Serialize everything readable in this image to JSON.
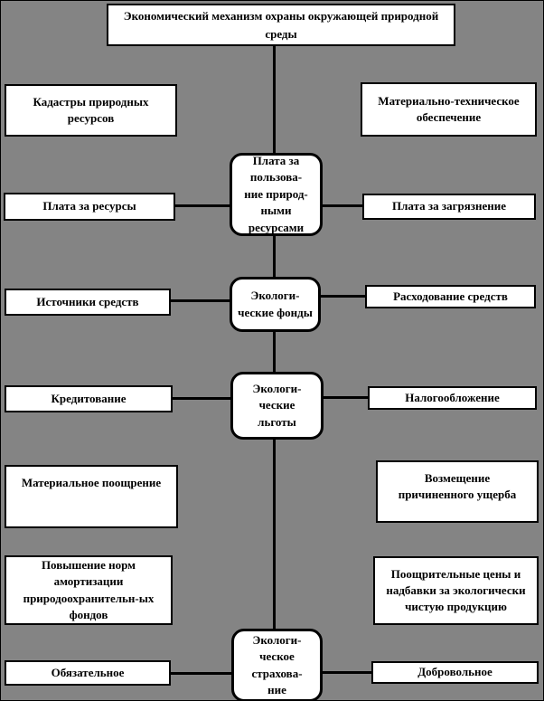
{
  "colors": {
    "bg": "#848484",
    "box-fill": "#ffffff",
    "line": "#000000"
  },
  "diagram": {
    "title": "Экономический механизм охраны окружающей природной\nсреды",
    "center": [
      {
        "label": "Плата за\nпользова-\nние природ-\nными\nресурсами"
      },
      {
        "label": "Экологи-\nческие фонды"
      },
      {
        "label": "Экологи-\nческие\nльготы"
      },
      {
        "label": "Экологи-\nческое\nстрахова-\nние"
      }
    ],
    "left": [
      {
        "label": "Кадастры природных\nресурсов"
      },
      {
        "label": "Плата за ресурсы"
      },
      {
        "label": "Источники средств"
      },
      {
        "label": "Кредитование"
      },
      {
        "label": "Материальное поощрение"
      },
      {
        "label": "Повышение норм\nамортизации\nприродоохранительн-ых\nфондов"
      },
      {
        "label": "Обязательное"
      }
    ],
    "right": [
      {
        "label": "Материально-техническое\nобеспечение"
      },
      {
        "label": "Плата за загрязнение"
      },
      {
        "label": "Расходование средств"
      },
      {
        "label": "Налогообложение"
      },
      {
        "label": "Возмещение\nпричиненного ущерба"
      },
      {
        "label": "Поощрительные цены и\nнадбавки за экологически\nчистую продукцию"
      },
      {
        "label": "Добровольное"
      }
    ]
  }
}
